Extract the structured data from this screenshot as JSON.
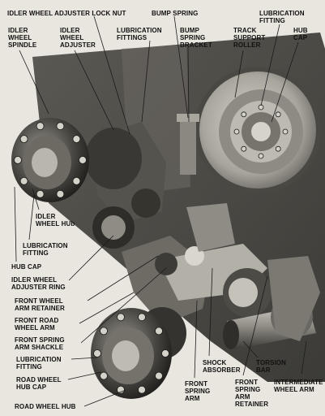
{
  "labels": {
    "idler_wheel_adjuster_lock_nut": "IDLER WHEEL ADJUSTER LOCK NUT",
    "bump_spring": "BUMP SPRING",
    "lubrication_fitting_top": "LUBRICATION\nFITTING",
    "idler_wheel_spindle": "IDLER\nWHEEL\nSPINDLE",
    "idler_wheel_adjuster": "IDLER\nWHEEL\nADJUSTER",
    "lubrication_fittings": "LUBRICATION\nFITTINGS",
    "bump_spring_bracket": "BUMP\nSPRING\nBRACKET",
    "track_support_roller": "TRACK\nSUPPORT\nROLLER",
    "hub_cap_top": "HUB\nCAP",
    "idler_wheel_hub": "IDLER\nWHEEL HUb",
    "lubrication_fitting_left": "LUBRICATION\nFITTING",
    "hub_cap_left": "HUB CAP",
    "idler_wheel_adjuster_ring": "IDLER WHEEL\nADJUSTER RING",
    "front_wheel_arm_retainer": "FRONT WHEEL\nARM RETAINER",
    "front_road_wheel_arm": "FRONT ROAD\nWHEEL ARM",
    "front_spring_arm_shackle": "FRONT SPRING\nARM SHACKLE",
    "lubrication_fitting_bottom": "LUBRICATION\nFITTING",
    "road_wheel_hub_cap": "ROAD WHEEL\nHUB CAP",
    "road_wheel_hub": "ROAD WHEEL HUB",
    "shock_absorber": "SHOCK\nABSORBER",
    "torsion_bar": "TORSION\nBAR",
    "front_spring_arm": "FRONT\nSPRING\nARM",
    "front_spring_arm_retainer": "FRONT\nSPRING\nARM\nRETAINER",
    "intermediate_wheel_arm": "INTERMEDIATE\nWHEEL ARM"
  }
}
